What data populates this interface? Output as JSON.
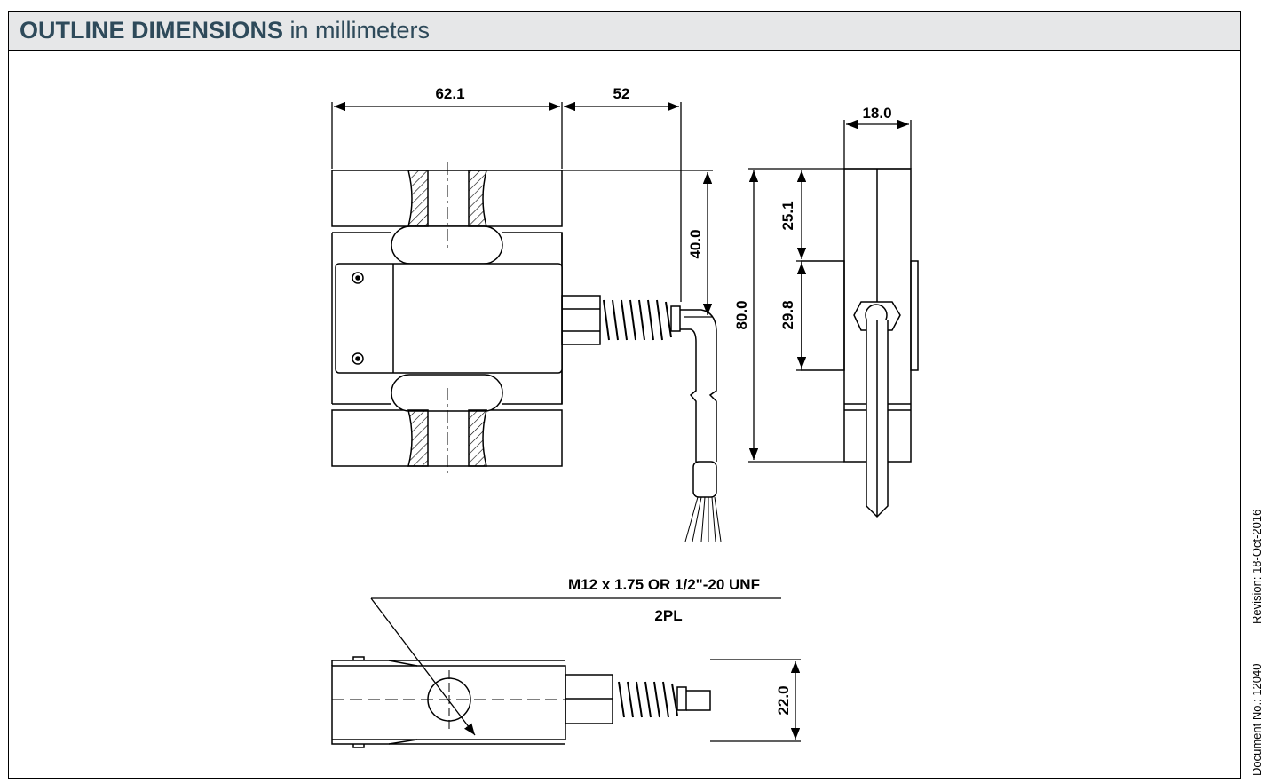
{
  "header": {
    "title_bold": "OUTLINE DIMENSIONS",
    "title_rest": "in millimeters"
  },
  "dimensions": {
    "width_body": "62.1",
    "cable_length": "52",
    "thickness": "18.0",
    "cable_height": "40.0",
    "height_total": "80.0",
    "plate_offset": "25.1",
    "plate_height": "29.8",
    "bottom_width": "22.0"
  },
  "callout": {
    "thread": "M12 x 1.75 OR 1/2\"-20 UNF",
    "qty": "2PL"
  },
  "footer": {
    "revision": "Revision: 18-Oct-2016",
    "document": "Document No.: 12040"
  },
  "colors": {
    "header_bg": "#e6e7e8",
    "title": "#2e4a5a"
  }
}
